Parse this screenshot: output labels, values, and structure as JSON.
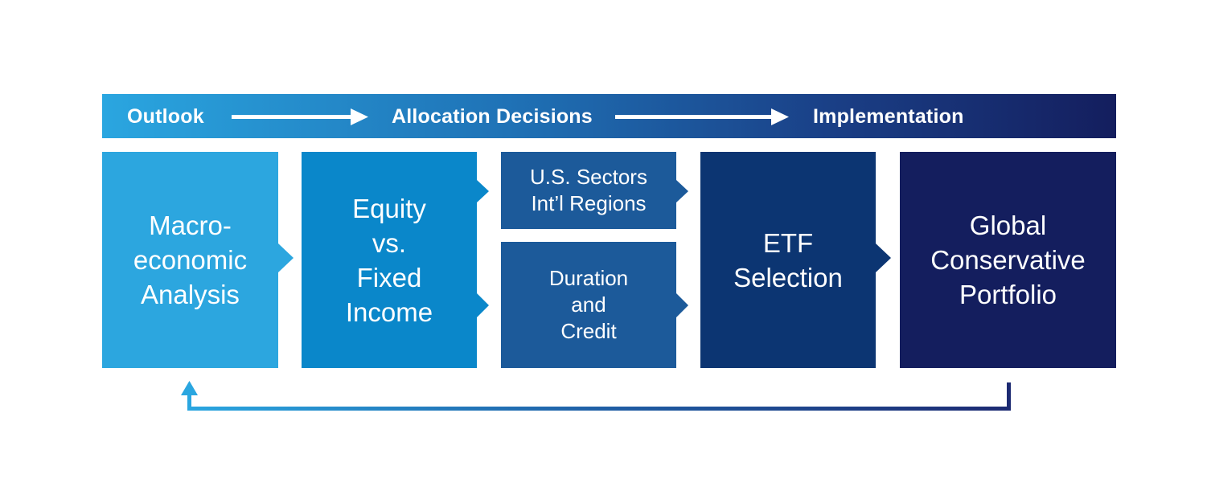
{
  "header": {
    "stages": [
      "Outlook",
      "Allocation Decisions",
      "Implementation"
    ]
  },
  "boxes": {
    "macro": "Macro-\neconomic\nAnalysis",
    "equity": "Equity\nvs.\nFixed\nIncome",
    "sectors": "U.S. Sectors\nInt’l Regions",
    "duration": "Duration\nand\nCredit",
    "etf": "ETF\nSelection",
    "portfolio": "Global\nConservative\nPortfolio"
  },
  "colors": {
    "macro": "#2ca6df",
    "equity": "#0a87ca",
    "sectors": "#1c5a9a",
    "duration": "#1c5a9a",
    "etf": "#0c3572",
    "portfolio": "#141e5e",
    "gradient_start": "#2aa6e0",
    "gradient_end": "#141e5e"
  },
  "icons": {
    "header_arrows": "arrow-right-icon",
    "box_connectors": "chevron-right-icon",
    "feedback_loop": "arrow-up-icon"
  }
}
